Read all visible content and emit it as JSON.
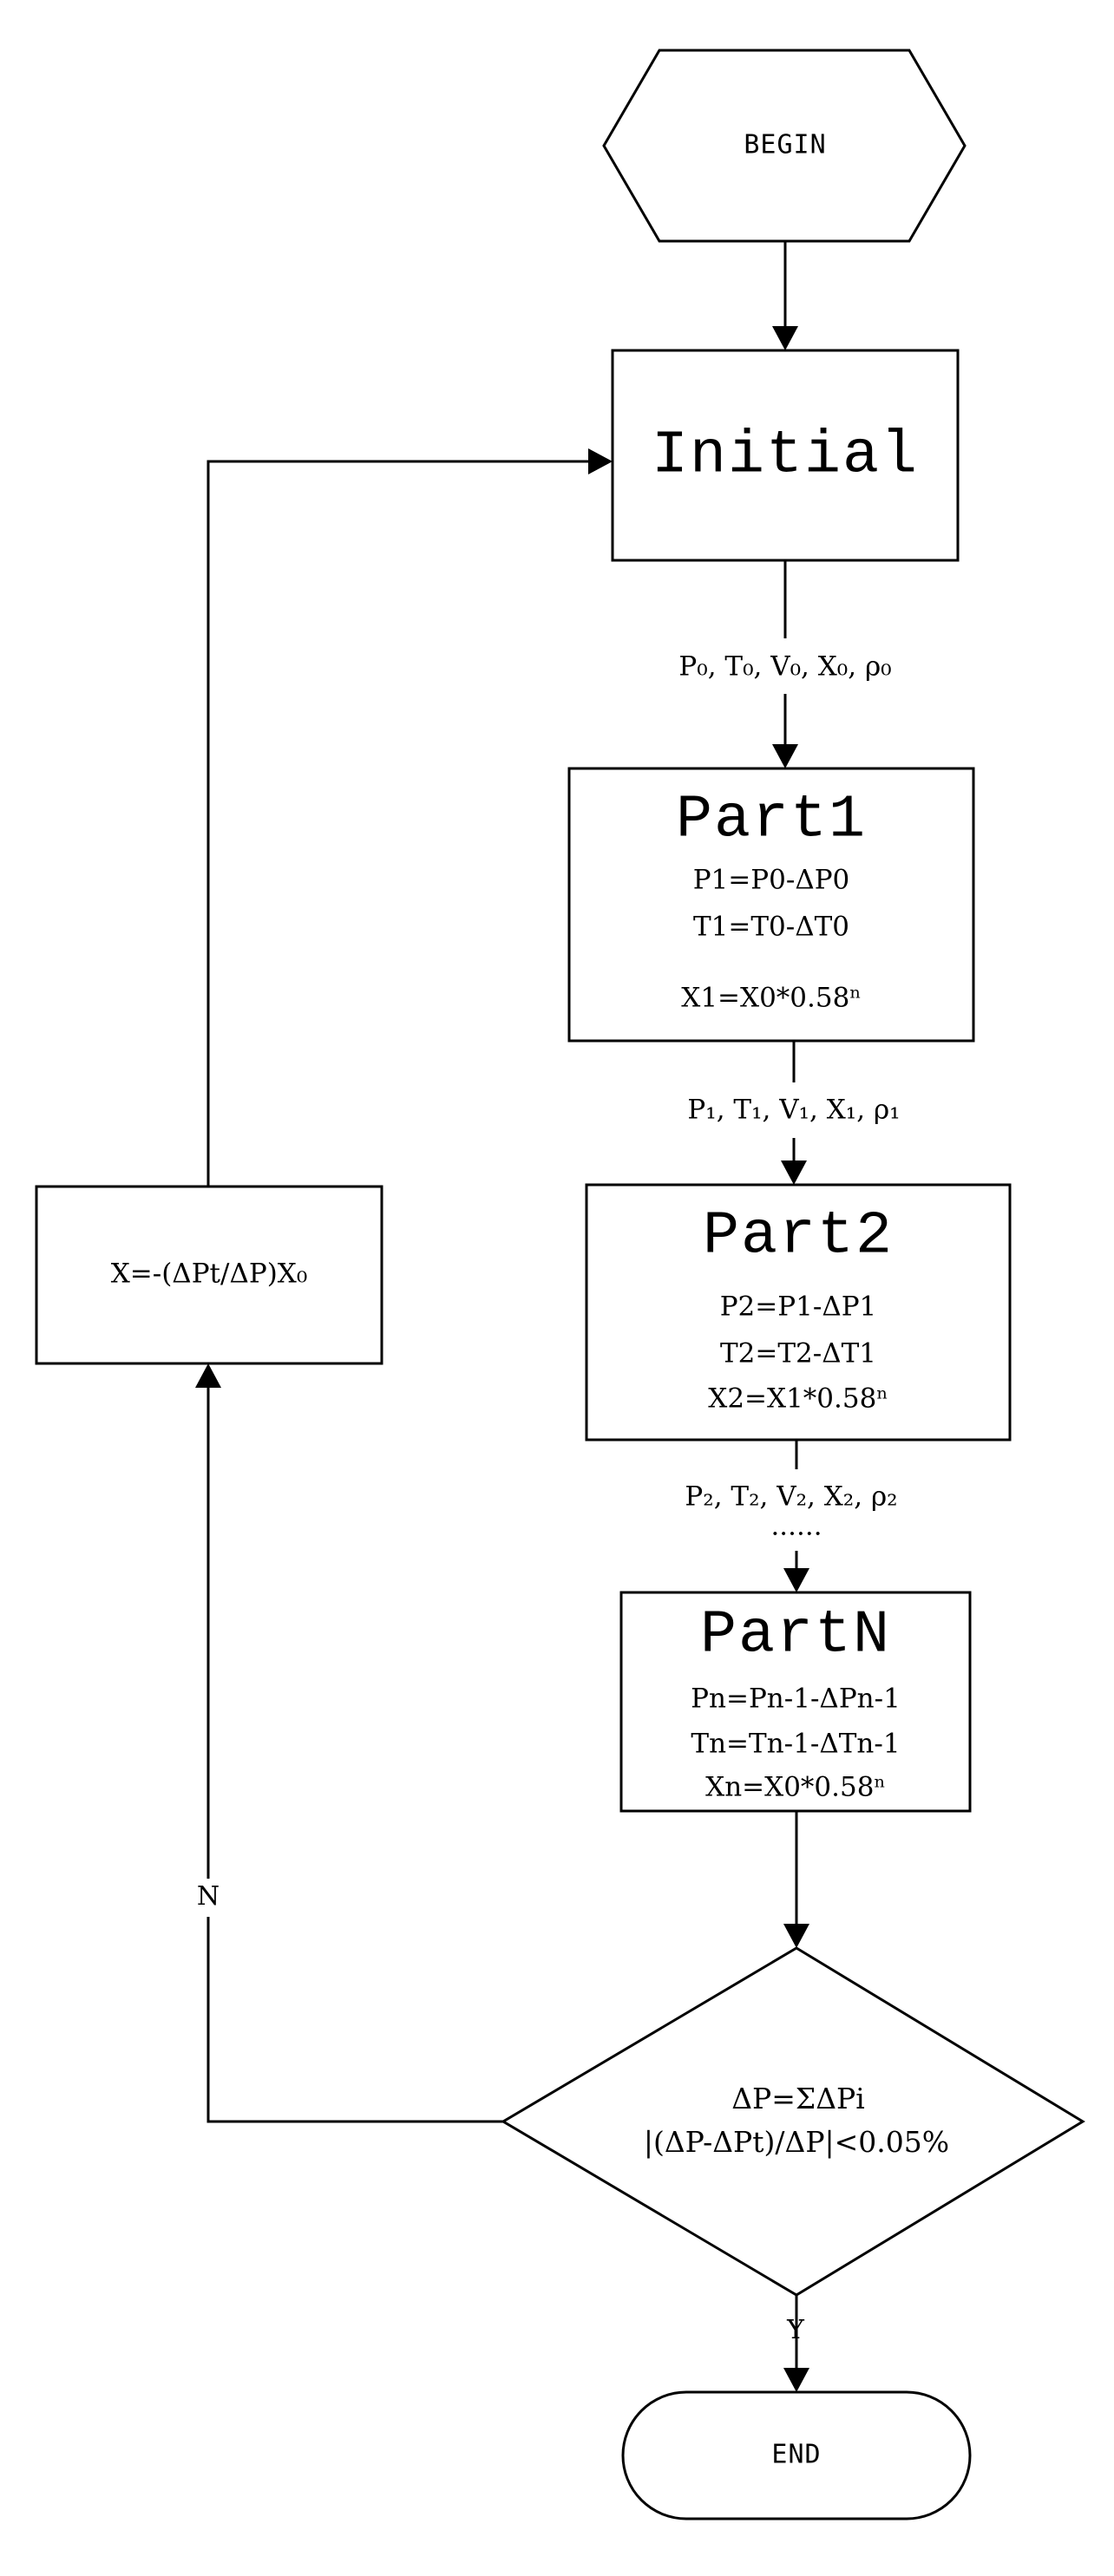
{
  "nodes": {
    "begin": {
      "label": "BEGIN"
    },
    "initial": {
      "label": "Initial"
    },
    "part1": {
      "label": "Part1",
      "lines": [
        "P1=P0-ΔP0",
        "T1=T0-ΔT0",
        "X1=X0*0.58ⁿ"
      ]
    },
    "part2": {
      "label": "Part2",
      "lines": [
        "P2=P1-ΔP1",
        "T2=T2-ΔT1",
        "X2=X1*0.58ⁿ"
      ]
    },
    "partN": {
      "label": "PartN",
      "lines": [
        "Pn=Pn-1-ΔPn-1",
        "Tn=Tn-1-ΔTn-1",
        "Xn=X0*0.58ⁿ"
      ]
    },
    "decision": {
      "lines": [
        "ΔP=ΣΔPi",
        "|(ΔP-ΔPt)/ΔP|<0.05%"
      ]
    },
    "update": {
      "label": "X=-(ΔPt/ΔP)X₀"
    },
    "end": {
      "label": "END"
    }
  },
  "edges": {
    "initial_to_part1": "P₀, T₀, V₀, X₀, ρ₀",
    "part1_to_part2": "P₁, T₁, V₁, X₁, ρ₁",
    "part2_to_partN": "P₂, T₂, V₂, X₂, ρ₂",
    "ellipsis": "······",
    "decision_no": "N",
    "decision_yes": "Y"
  }
}
